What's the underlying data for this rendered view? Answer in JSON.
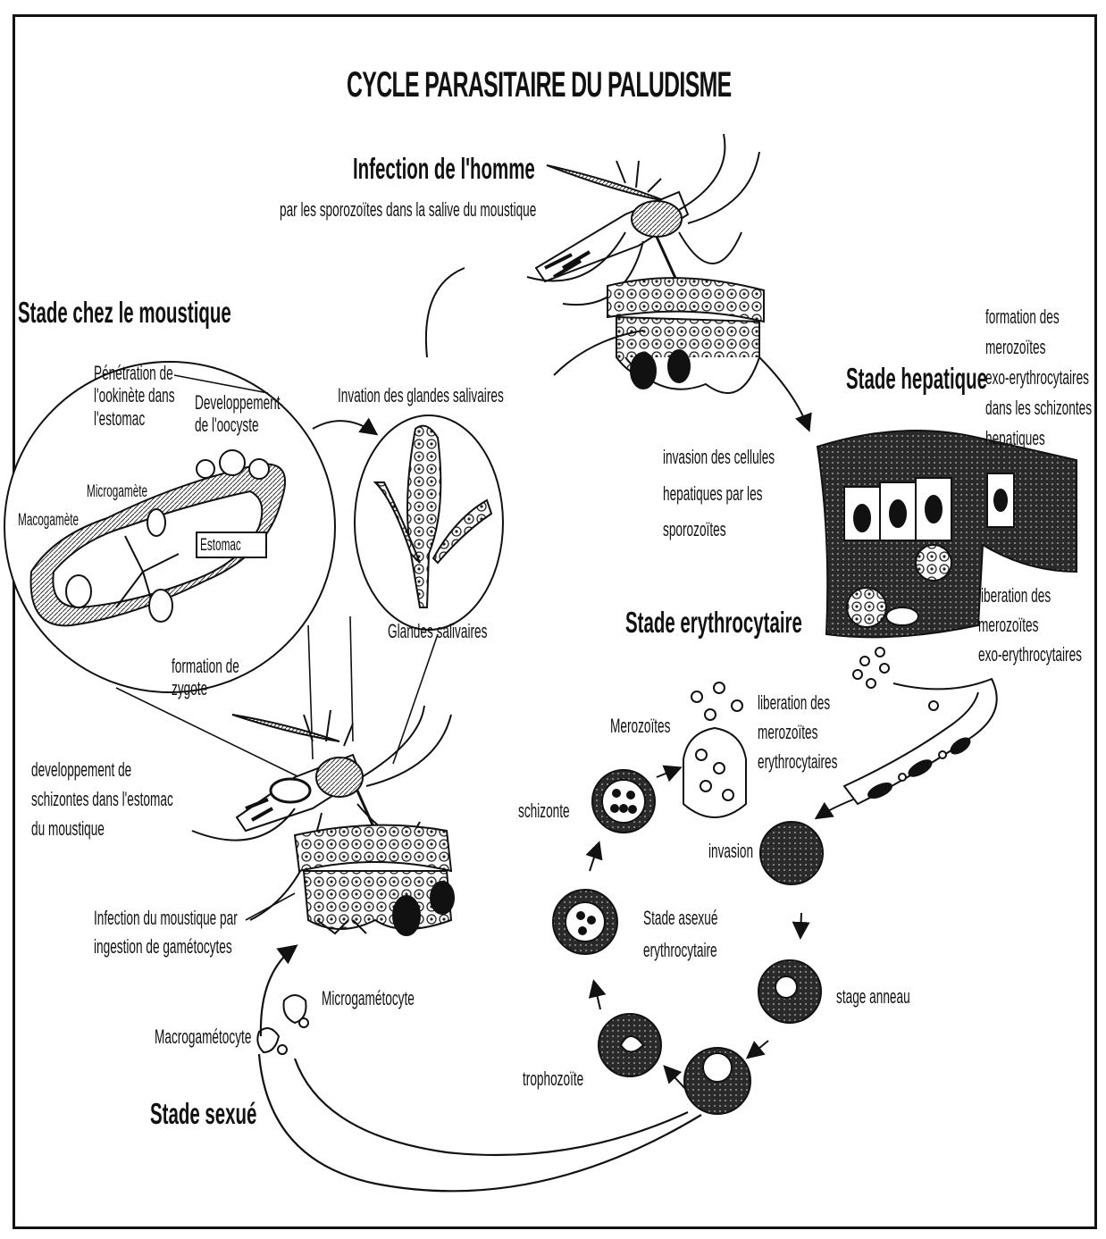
{
  "title": "CYCLE PARASITAIRE DU PALUDISME",
  "stages": {
    "infection_homme": {
      "heading": "Infection de l'homme",
      "subheading": "par les sporozoïtes dans la salive du moustique"
    },
    "moustique": {
      "heading": "Stade chez le moustique"
    },
    "hepatique": {
      "heading": "Stade hepatique"
    },
    "erythrocytaire": {
      "heading": "Stade erythrocytaire"
    },
    "sexue": {
      "heading": "Stade sexué"
    }
  },
  "labels": {
    "penetration": [
      "Pénétration de",
      "l'ookinète dans",
      "l'estomac"
    ],
    "developpement_oocyste": [
      "Developpement",
      "de l'oocyste"
    ],
    "invasion_glandes": "Invation des glandes salivaires",
    "microgamete": "Microgamète",
    "macrogamete": "Macogamète",
    "estomac": "Estomac",
    "formation_zygote": [
      "formation de",
      "zygote"
    ],
    "glandes_salivaires": "Glandes salivaires",
    "invasion_cellules": [
      "invasion des cellules",
      "hepatiques par les",
      "sporozoïtes"
    ],
    "formation_merozoites": [
      "formation des",
      "merozoïtes",
      "exo-erythrocytaires",
      "dans les schizontes",
      "hepatiques"
    ],
    "liberation_exo": [
      "liberation des",
      "merozoïtes",
      "exo-erythrocytaires"
    ],
    "developpement_schizontes": [
      "developpement de",
      "schizontes dans l'estomac",
      "du moustique"
    ],
    "merozoites": "Merozoïtes",
    "liberation_ery": [
      "liberation des",
      "merozoïtes",
      "erythrocytaires"
    ],
    "schizonte": "schizonte",
    "invasion": "invasion",
    "infection_moustique": [
      "Infection du moustique par",
      "ingestion de gamétocytes"
    ],
    "stade_asexue": [
      "Stade asexué",
      "erythrocytaire"
    ],
    "microgametocyte": "Microgamétocyte",
    "macrogametocyte": "Macrogamétocyte",
    "stage_anneau": "stage anneau",
    "trophozoite": "trophozoïte"
  }
}
